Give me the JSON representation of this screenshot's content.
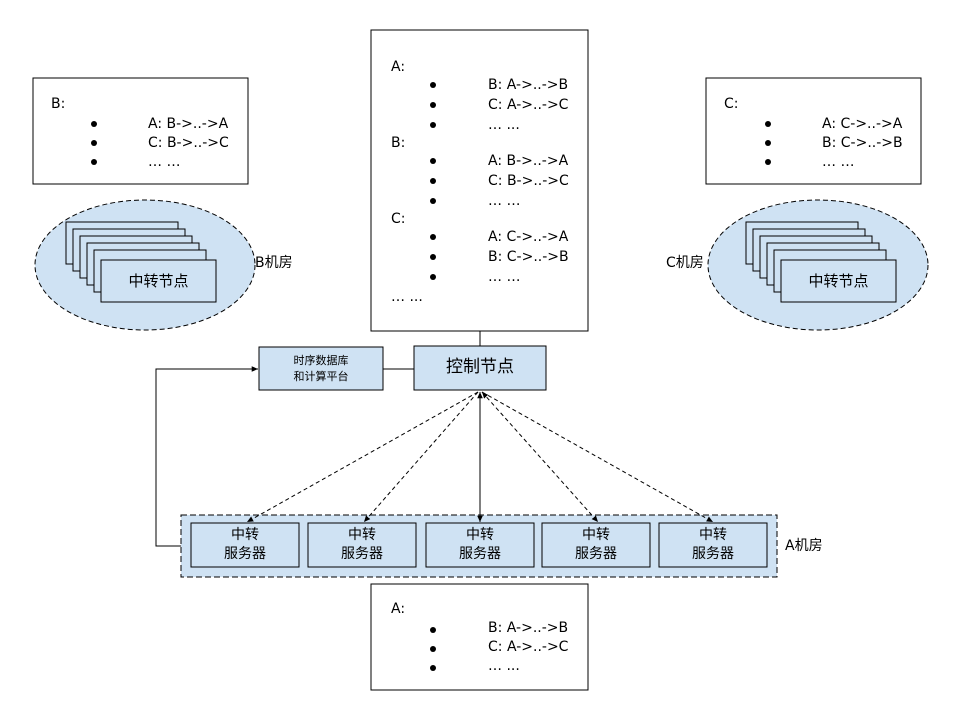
{
  "colors": {
    "fill": "#cfe2f3",
    "stroke": "#000000",
    "background": "#ffffff"
  },
  "routing_tables": {
    "top": {
      "sections": [
        {
          "title": "A:",
          "items": [
            "B: A->..->B",
            "C: A->..->C",
            "… ..."
          ]
        },
        {
          "title": "B:",
          "items": [
            "A: B->..->A",
            "C: B->..->C",
            "… …"
          ]
        },
        {
          "title": "C:",
          "items": [
            "A: C->..->A",
            "B: C->..->B",
            "… …"
          ]
        }
      ],
      "footer": "… ..."
    },
    "b_room": {
      "title": "B:",
      "items": [
        "A: B->..->A",
        "C: B->..->C",
        "… …"
      ]
    },
    "c_room": {
      "title": "C:",
      "items": [
        "A: C->..->A",
        "B: C->..->B",
        "… …"
      ]
    },
    "bottom": {
      "title": "A:",
      "items": [
        "B: A->..->B",
        "C: A->..->C",
        "… ..."
      ]
    }
  },
  "rooms": {
    "b_label": "B机房",
    "c_label": "C机房",
    "a_label": "A机房",
    "relay_node_label": "中转节点"
  },
  "control_node": {
    "label": "控制节点"
  },
  "tsdb": {
    "line1": "时序数据库",
    "line2": "和计算平台"
  },
  "relay_servers": [
    {
      "line1": "中转",
      "line2": "服务器"
    },
    {
      "line1": "中转",
      "line2": "服务器"
    },
    {
      "line1": "中转",
      "line2": "服务器"
    },
    {
      "line1": "中转",
      "line2": "服务器"
    },
    {
      "line1": "中转",
      "line2": "服务器"
    }
  ]
}
